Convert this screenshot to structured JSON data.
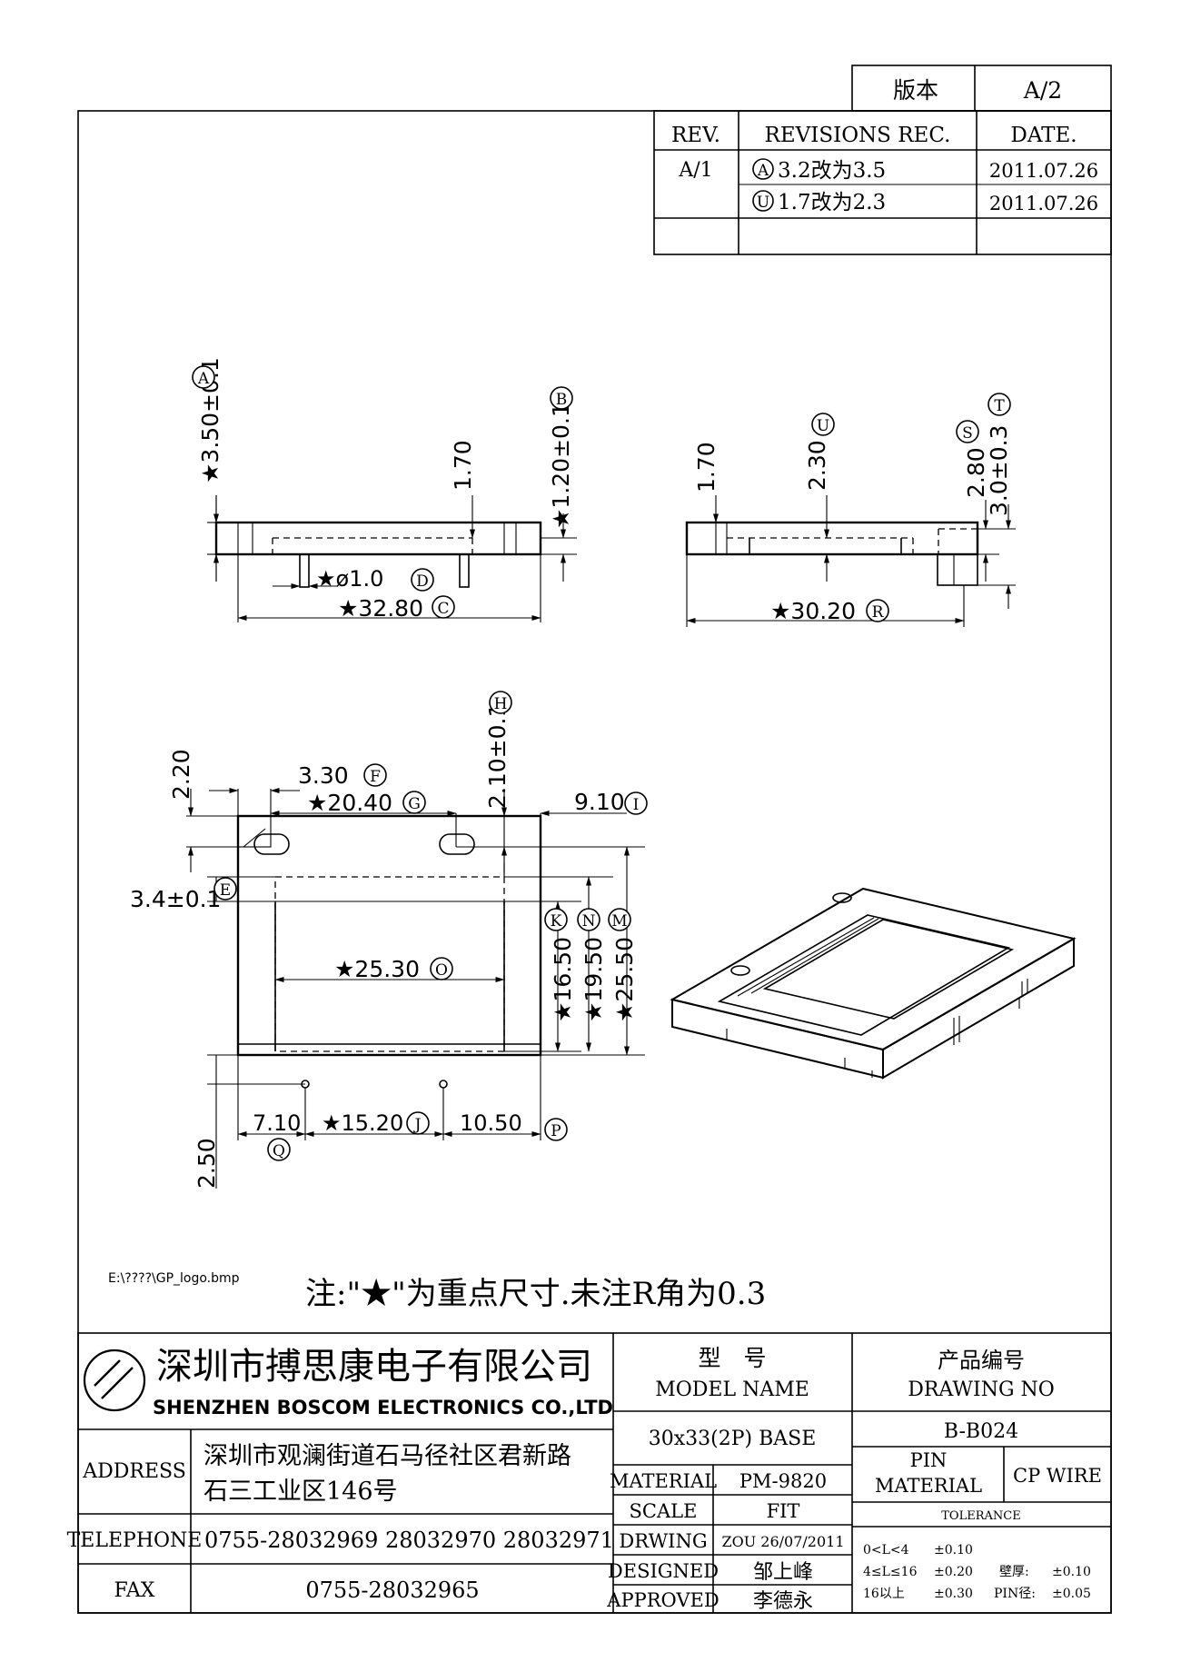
{
  "version_box": {
    "label": "版本",
    "value": "A/2"
  },
  "revisions": {
    "headers": [
      "REV.",
      "REVISIONS REC.",
      "DATE."
    ],
    "rows": [
      {
        "rev": "A/1",
        "mark": "A",
        "text": "3.2改为3.5",
        "date": "2011.07.26"
      },
      {
        "rev": "",
        "mark": "U",
        "text": "1.7改为2.3",
        "date": "2011.07.26"
      }
    ]
  },
  "front_view": {
    "labels": {
      "a": "A",
      "b": "B",
      "c": "C",
      "d": "D"
    },
    "dims": {
      "height": "3.50±0.1",
      "top_gap": "1.70",
      "right_height": "1.20±0.1",
      "pin_dia": "ø1.0",
      "width": "32.80"
    }
  },
  "side_view": {
    "labels": {
      "u": "U",
      "s": "S",
      "t": "T",
      "r": "R"
    },
    "dims": {
      "left": "1.70",
      "mid": "2.30",
      "s_dim": "2.80",
      "t_dim": "3.0±0.3",
      "width": "30.20"
    }
  },
  "top_view": {
    "labels": {
      "h": "H",
      "f": "F",
      "g": "G",
      "i": "I",
      "e": "E",
      "k": "K",
      "n": "N",
      "m": "M",
      "o": "O",
      "q": "Q",
      "j": "J",
      "p": "P"
    },
    "dims": {
      "d220": "2.20",
      "d330": "3.30",
      "d2040": "20.40",
      "d210": "2.10±0.1",
      "d910": "9.10",
      "d34": "3.4±0.1",
      "d1650": "16.50",
      "d1950": "19.50",
      "d2550": "25.50",
      "d2530": "25.30",
      "d710": "7.10",
      "d1520": "15.20",
      "d1050": "10.50",
      "d250": "2.50"
    }
  },
  "star": "★",
  "logo_path": "E:\\????\\GP_logo.bmp",
  "note": "注:\"★\"为重点尺寸.未注R角为0.3",
  "title_block": {
    "company_cn": "深圳市搏思康电子有限公司",
    "company_en": "SHENZHEN BOSCOM ELECTRONICS CO.,LTD",
    "address_label": "ADDRESS",
    "address_line1": "深圳市观澜街道石马径社区君新路",
    "address_line2": "石三工业区146号",
    "telephone_label": "TELEPHONE",
    "telephone": "0755-28032969 28032970 28032971",
    "fax_label": "FAX",
    "fax": "0755-28032965",
    "model_label_cn": "型　号",
    "model_label_en": "MODEL NAME",
    "model_value": "30x33(2P) BASE",
    "drawing_no_label_cn": "产品编号",
    "drawing_no_label_en": "DRAWING NO",
    "drawing_no": "B-B024",
    "material_label": "MATERIAL",
    "material": "PM-9820",
    "pin_material_label_1": "PIN",
    "pin_material_label_2": "MATERIAL",
    "pin_material": "CP WIRE",
    "scale_label": "SCALE",
    "scale": "FIT",
    "tolerance_label": "TOLERANCE",
    "drwing_label": "DRWING",
    "drwing": "ZOU 26/07/2011",
    "designed_label": "DESIGNED",
    "designed": "邹上峰",
    "approved_label": "APPROVED",
    "approved": "李德永",
    "tol_1_range": "0<L<4",
    "tol_1_val": "±0.10",
    "tol_2_range": "4≤L≤16",
    "tol_2_val": "±0.20",
    "tol_2_extra_label": "壁厚:",
    "tol_2_extra_val": "±0.10",
    "tol_3_range": "16以上",
    "tol_3_val": "±0.30",
    "tol_3_extra_label": "PIN径:",
    "tol_3_extra_val": "±0.05"
  }
}
